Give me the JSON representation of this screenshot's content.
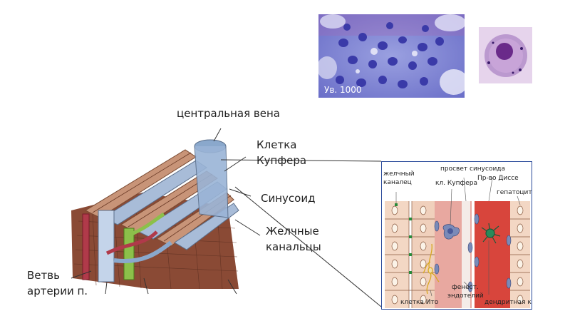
{
  "micrograph": {
    "magnification": "Ув. 1000"
  },
  "labels": {
    "central_vein": "центральная вена",
    "kupffer_line1": "Клетка",
    "kupffer_line2": "Купфера",
    "sinusoid": "Синусоид",
    "bile_line1": "Желчные",
    "bile_line2": "канальцы",
    "artery_line1": "Ветвь",
    "artery_line2": "артерии п."
  },
  "inset": {
    "bile_canaliculus_line1": "желчный",
    "bile_canaliculus_line2": "каналец",
    "sinusoid_lumen": "просвет синусоида",
    "kupffer_cell": "кл. Купфера",
    "disse_space": "Пр-во Диссе",
    "hepatocyte": "гепатоцит",
    "fenestrated_line1": "фенест.",
    "fenestrated_line2": "эндотелий",
    "ito_cell": "клетка Ито",
    "dendritic_cell": "дендритная к."
  },
  "colors": {
    "nucleus": "#3a3aa8",
    "cytoplasm": "#8b8fd8",
    "parenchyma": "#8a4a35",
    "vein": "#a8bcd8",
    "artery": "#b03a4a",
    "bile_duct": "#8cc04a",
    "inset_border": "#2a4a9a"
  }
}
